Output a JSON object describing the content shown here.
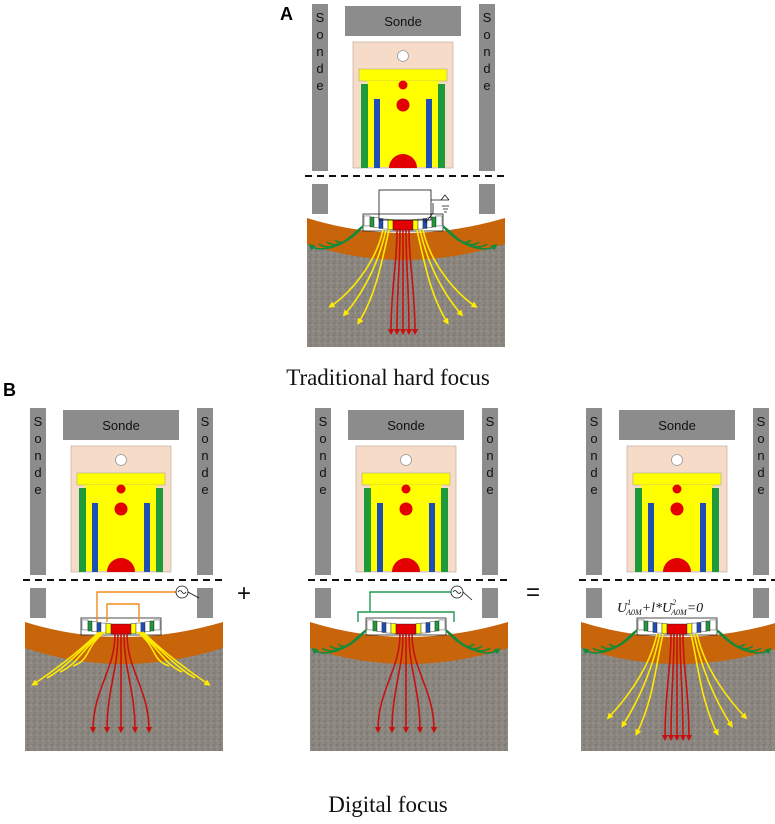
{
  "panels": {
    "a_label": "A",
    "b_label": "B"
  },
  "labels": {
    "sonde": "Sonde",
    "sonde_letters": [
      "S",
      "o",
      "n",
      "d",
      "e"
    ]
  },
  "captions": {
    "traditional": "Traditional hard focus",
    "digital": "Digital focus"
  },
  "operators": {
    "plus": "+",
    "equals": "="
  },
  "equation": {
    "u1": "U",
    "u1_sup": "1",
    "u1_sub": "A0M",
    "mid": "+",
    "l": "l",
    "star": "*",
    "u2": "U",
    "u2_sup": "2",
    "u2_sub": "A0M",
    "rhs": "=0"
  },
  "colors": {
    "sonde_gray": "#8c8c8c",
    "body_pink": "#f6dcc8",
    "electrode_yellow": "#ffff00",
    "guard_green": "#1f9a3a",
    "guard_blue": "#1f4fb5",
    "center_red": "#e30000",
    "mud_orange": "#c8640a",
    "rock_gray": "#8c8680",
    "current_red": "#c81010",
    "current_yellow": "#ffea00",
    "current_green": "#148a3a",
    "wire_orange": "#f08c1e",
    "wire_green": "#1e9a50"
  }
}
